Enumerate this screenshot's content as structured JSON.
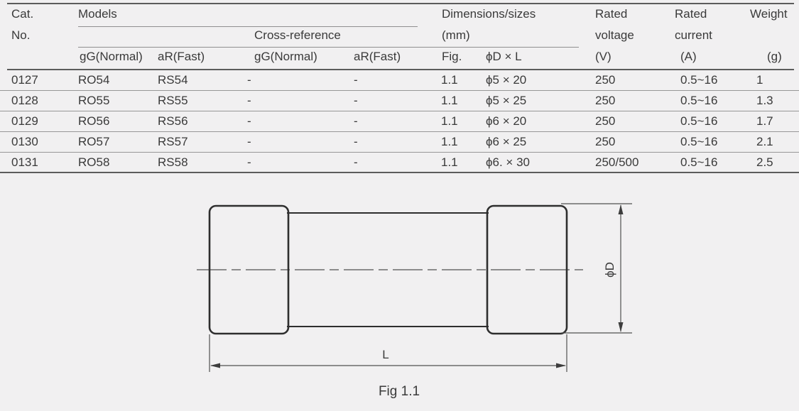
{
  "table": {
    "header": {
      "cat_line1": "Cat.",
      "cat_line2": "No.",
      "models": "Models",
      "cross_reference": "Cross-reference",
      "dims_line1": "Dimensions/sizes",
      "dims_line2": "(mm)",
      "rated_voltage_line1": "Rated",
      "rated_voltage_line2": "voltage",
      "rated_voltage_unit": "(V)",
      "rated_current_line1": "Rated",
      "rated_current_line2": "current",
      "rated_current_unit": "(A)",
      "weight": "Weight",
      "weight_unit": "(g)",
      "sub": {
        "models_gg": "gG(Normal)",
        "models_ar": "aR(Fast)",
        "cross_gg": "gG(Normal)",
        "cross_ar": "aR(Fast)",
        "fig": "Fig.",
        "size": "ϕD × L"
      }
    },
    "rows": [
      {
        "cat": "0127",
        "model_gg": "RO54",
        "model_ar": "RS54",
        "cross_gg": "-",
        "cross_ar": "-",
        "fig": "1.1",
        "size": "ϕ5 × 20",
        "voltage": "250",
        "current": "0.5~16",
        "weight": "1"
      },
      {
        "cat": "0128",
        "model_gg": "RO55",
        "model_ar": "RS55",
        "cross_gg": "-",
        "cross_ar": "-",
        "fig": "1.1",
        "size": "ϕ5 × 25",
        "voltage": "250",
        "current": "0.5~16",
        "weight": "1.3"
      },
      {
        "cat": "0129",
        "model_gg": "RO56",
        "model_ar": "RS56",
        "cross_gg": "-",
        "cross_ar": "-",
        "fig": "1.1",
        "size": "ϕ6 × 20",
        "voltage": "250",
        "current": "0.5~16",
        "weight": "1.7"
      },
      {
        "cat": "0130",
        "model_gg": "RO57",
        "model_ar": "RS57",
        "cross_gg": "-",
        "cross_ar": "-",
        "fig": "1.1",
        "size": "ϕ6 × 25",
        "voltage": "250",
        "current": "0.5~16",
        "weight": "2.1"
      },
      {
        "cat": "0131",
        "model_gg": "RO58",
        "model_ar": "RS58",
        "cross_gg": "-",
        "cross_ar": "-",
        "fig": "1.1",
        "size": "ϕ6. × 30",
        "voltage": "250/500",
        "current": "0.5~16",
        "weight": "2.5"
      }
    ]
  },
  "figure": {
    "dim_diameter": "ϕD",
    "dim_length": "L",
    "caption": "Fig 1.1"
  },
  "colors": {
    "background": "#f1f0f1",
    "text": "#3a3a3a",
    "line_light": "#8f8f8f",
    "line_dark": "#5c5c5c",
    "drawing_stroke": "#2e2e2e"
  }
}
